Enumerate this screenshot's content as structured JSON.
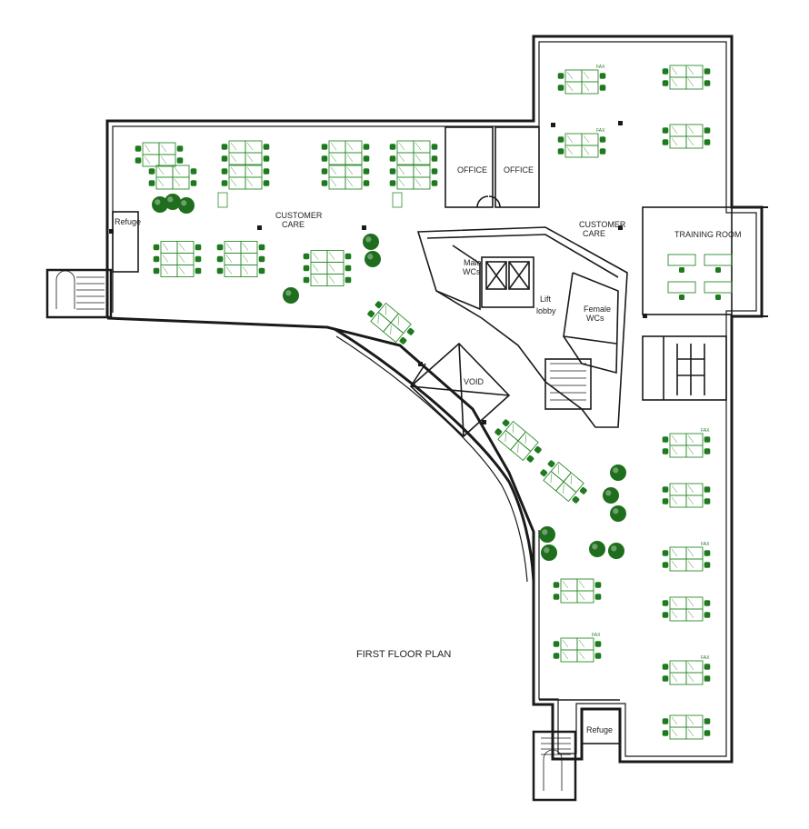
{
  "title": "FIRST FLOOR PLAN",
  "rooms": {
    "office_1": "OFFICE",
    "office_2": "OFFICE",
    "customer_care_west": [
      "CUSTOMER",
      "CARE"
    ],
    "customer_care_east": [
      "CUSTOMER",
      "CARE"
    ],
    "training_room": "TRAINING ROOM",
    "male_wcs": [
      "Male",
      "WCs"
    ],
    "female_wcs": [
      "Female",
      "WCs"
    ],
    "lift_lobby": [
      "Lift",
      "lobby"
    ],
    "void": "VOID",
    "refuge_west": "Refuge",
    "refuge_south": "Refuge"
  },
  "fax_label": "FAX",
  "colors": {
    "wall": "#1a1a1a",
    "furniture": "#2e8b2e",
    "chair": "#1f7a1f",
    "plant": "#1e6e1e",
    "text": "#222222",
    "background": "#ffffff"
  }
}
